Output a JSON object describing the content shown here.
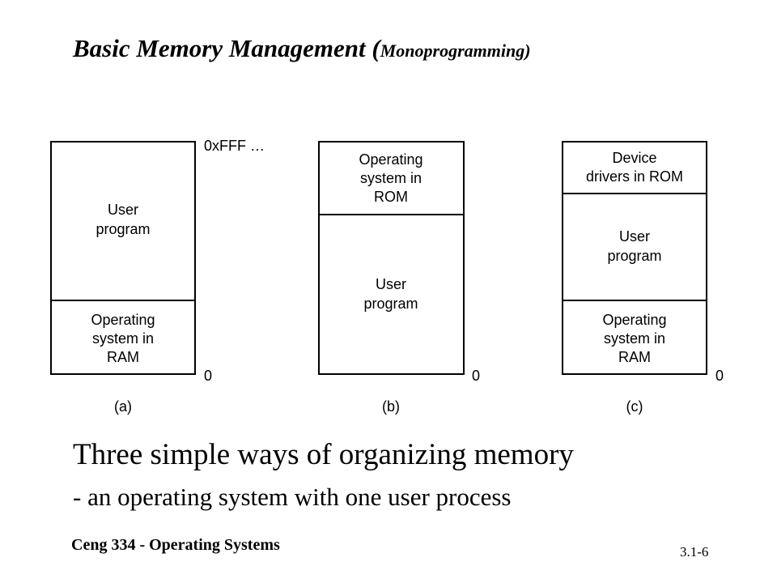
{
  "slide": {
    "title_main": "Basic Memory Management (",
    "title_sub": "Monoprogramming)",
    "caption": "Three simple ways of organizing memory",
    "caption_detail": "- an operating system with one user process",
    "footer": "Ceng 334 - Operating Systems",
    "page_number": "3.1-6"
  },
  "diagram": {
    "top_address": "0xFFF …",
    "layouts": [
      {
        "label": "(a)",
        "bottom_address": "0",
        "regions": [
          {
            "lines": [
              "User",
              "program"
            ]
          },
          {
            "lines": [
              "Operating",
              "system in",
              "RAM"
            ]
          }
        ]
      },
      {
        "label": "(b)",
        "bottom_address": "0",
        "regions": [
          {
            "lines": [
              "Operating",
              "system in",
              "ROM"
            ]
          },
          {
            "lines": [
              "User",
              "program"
            ]
          }
        ]
      },
      {
        "label": "(c)",
        "bottom_address": "0",
        "regions": [
          {
            "lines": [
              "Device",
              "drivers in ROM"
            ]
          },
          {
            "lines": [
              "User",
              "program"
            ]
          },
          {
            "lines": [
              "Operating",
              "system in",
              "RAM"
            ]
          }
        ]
      }
    ]
  }
}
